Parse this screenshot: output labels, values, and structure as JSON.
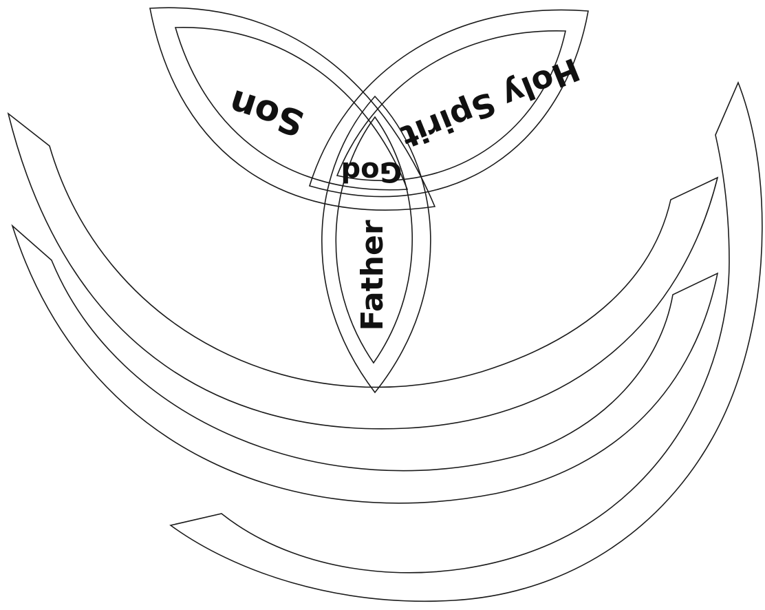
{
  "diagram": {
    "labels": {
      "son": "Son",
      "holy_spirit": "Holy Spirit",
      "god": "God",
      "father": "Father"
    },
    "colors": {
      "stroke": "#1a1a1a",
      "text": "#111111",
      "background": "#ffffff"
    }
  }
}
